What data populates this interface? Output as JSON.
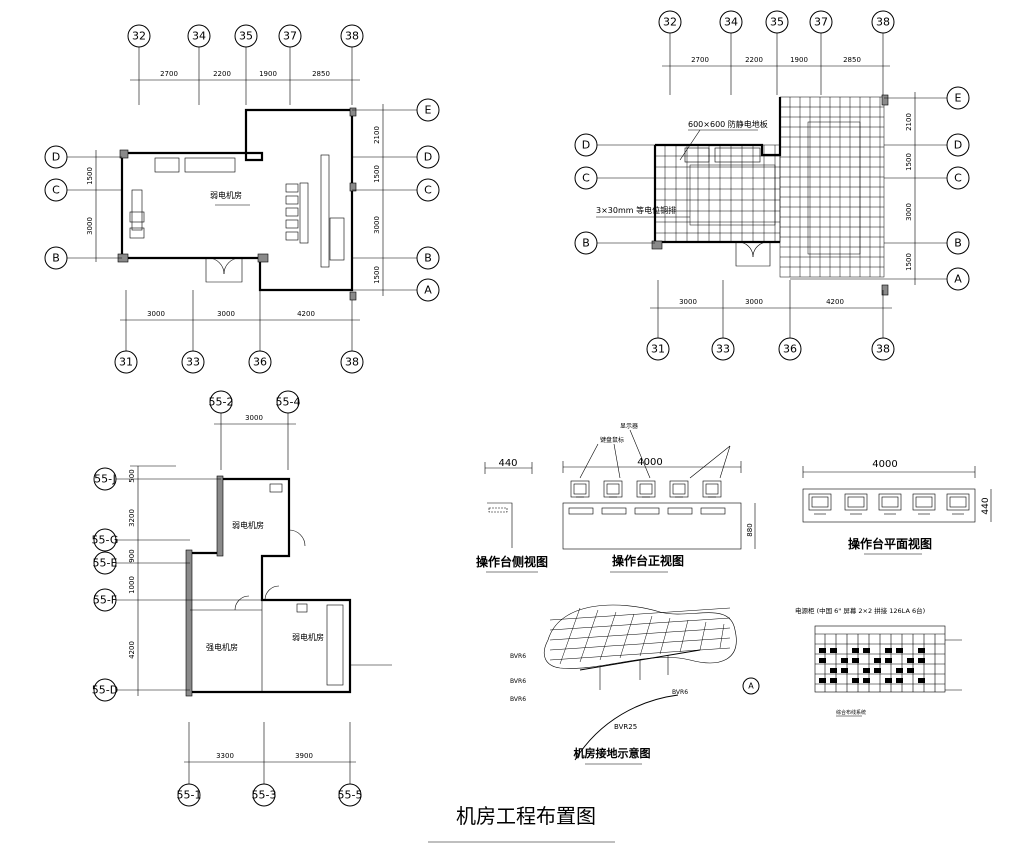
{
  "title": "机房工程布置图",
  "plan1": {
    "top_axes": [
      "32",
      "34",
      "35",
      "37",
      "38"
    ],
    "bottom_axes": [
      "31",
      "33",
      "36",
      "38"
    ],
    "right_axes": [
      "E",
      "D",
      "C",
      "B",
      "A"
    ],
    "left_axes": [
      "D",
      "C",
      "B"
    ],
    "top_dims": [
      "2700",
      "2200",
      "1900",
      "2850"
    ],
    "bottom_dims": [
      "3000",
      "3000",
      "4200"
    ],
    "left_dims": [
      "1500",
      "3000"
    ],
    "right_dims": [
      "2100",
      "1500",
      "3000",
      "1500"
    ],
    "room_label": "弱电机房"
  },
  "plan2": {
    "top_axes": [
      "32",
      "34",
      "35",
      "37",
      "38"
    ],
    "bottom_axes": [
      "31",
      "33",
      "36",
      "38"
    ],
    "right_axes": [
      "E",
      "D",
      "C",
      "B",
      "A"
    ],
    "left_axes": [
      "D",
      "C",
      "B"
    ],
    "top_dims": [
      "2700",
      "2200",
      "1900",
      "2850"
    ],
    "bottom_dims": [
      "3000",
      "3000",
      "4200"
    ],
    "right_dims": [
      "2100",
      "1500",
      "3000",
      "1500"
    ],
    "note1": "600×600 防静电地板",
    "note2": "3×30mm 等电位铜排"
  },
  "plan3": {
    "top_axes": [
      "55-2",
      "55-4"
    ],
    "bottom_axes": [
      "55-1",
      "55-3",
      "55-5"
    ],
    "left_axes": [
      "55-J",
      "55-G",
      "55-E",
      "55-F",
      "55-D"
    ],
    "top_dims": [
      "3000"
    ],
    "bottom_dims": [
      "3300",
      "3900"
    ],
    "left_dims": [
      "500",
      "3200",
      "900",
      "1000",
      "4200"
    ],
    "rooms": [
      "弱电机房",
      "强电机房",
      "弱电机房"
    ]
  },
  "desk_side": {
    "dim": "440",
    "caption": "操作台侧视图"
  },
  "desk_front": {
    "dim": "4000",
    "height_dim": "880",
    "caption": "操作台正视图",
    "notes": [
      "显示器",
      "键盘鼠标"
    ]
  },
  "desk_top": {
    "dim": "4000",
    "depth_dim": "440",
    "caption": "操作台平面视图"
  },
  "grounding": {
    "caption": "机房接地示意图",
    "labels": [
      "BVR6",
      "BVR6",
      "BVR6",
      "BVR6",
      "BVR25"
    ],
    "point": "A"
  },
  "equip_table": {
    "caption": "电源柜 (中国 6\" 屏幕 2×2 拼接 126LA 6台)",
    "note": "综合布线系统"
  }
}
